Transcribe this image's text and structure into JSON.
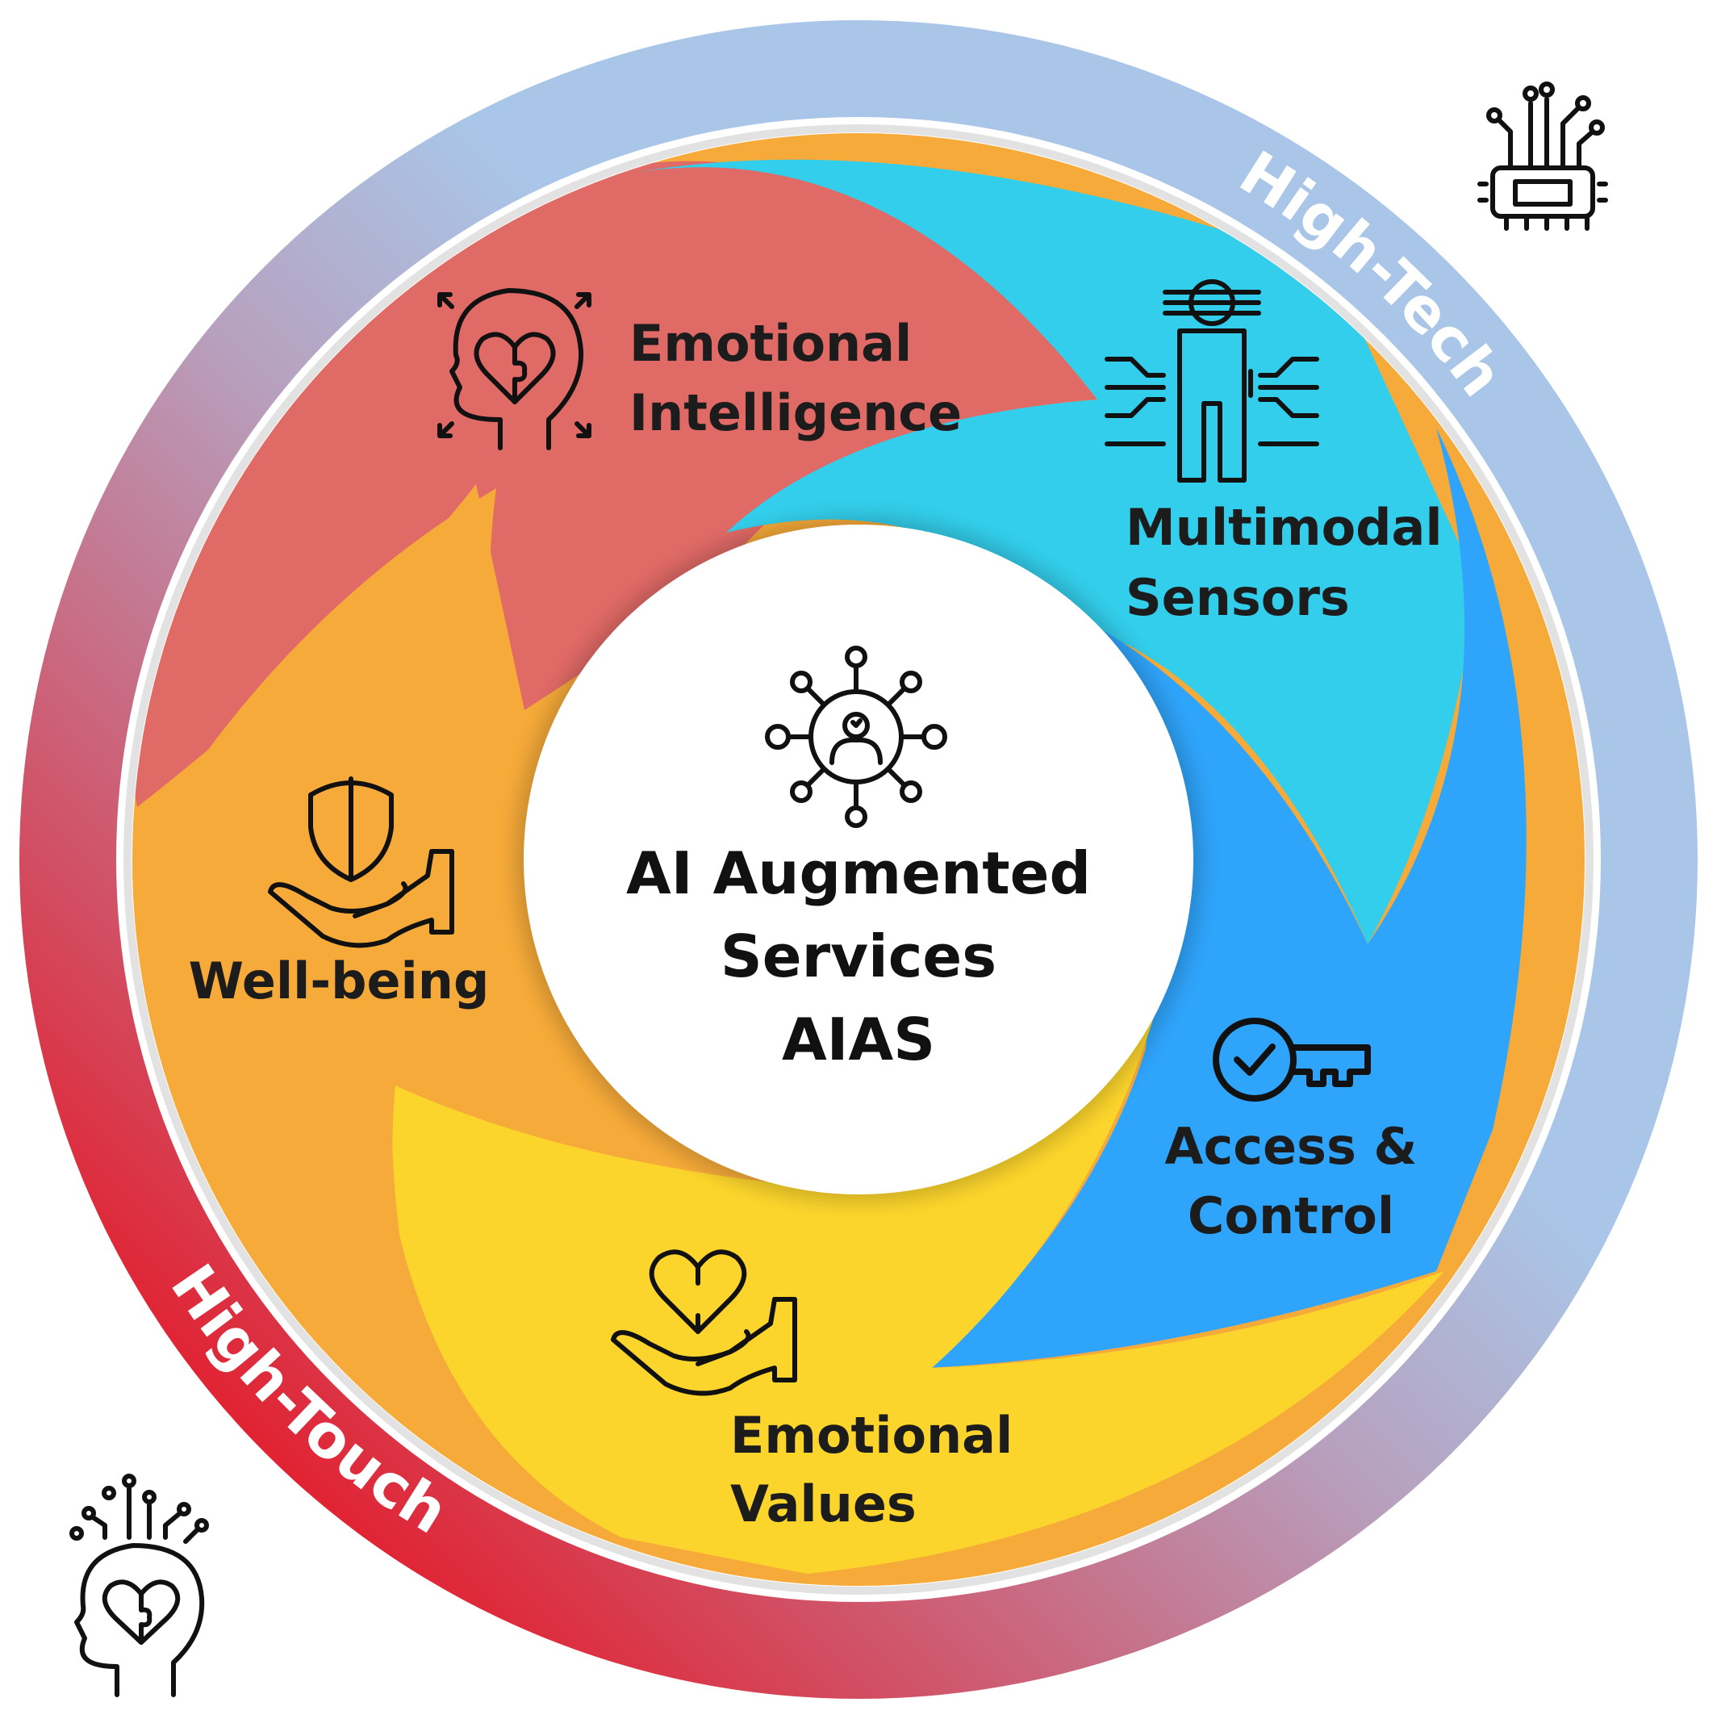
{
  "center": {
    "line1": "AI Augmented",
    "line2": "Services",
    "line3": "AIAS"
  },
  "ring": {
    "high_tech": "High-Tech",
    "high_touch": "High-Touch"
  },
  "segments": [
    {
      "id": "emotional-intelligence",
      "line1": "Emotional",
      "line2": "Intelligence",
      "color": "#E06A66",
      "icon": "head-heart-icon"
    },
    {
      "id": "multimodal-sensors",
      "line1": "Multimodal",
      "line2": "Sensors",
      "color": "#33CEEB",
      "icon": "person-scan-icon"
    },
    {
      "id": "access-control",
      "line1": "Access &",
      "line2": "Control",
      "color": "#2FA4FB",
      "icon": "key-check-icon"
    },
    {
      "id": "emotional-values",
      "line1": "Emotional",
      "line2": "Values",
      "color": "#FCD52C",
      "icon": "hand-heart-icon"
    },
    {
      "id": "well-being",
      "line1": "Well-being",
      "line2": "",
      "color": "#F6AA39",
      "icon": "hand-shield-icon"
    }
  ],
  "colors": {
    "ring_tech": "#A9C6E8",
    "ring_touch": "#E02434"
  }
}
